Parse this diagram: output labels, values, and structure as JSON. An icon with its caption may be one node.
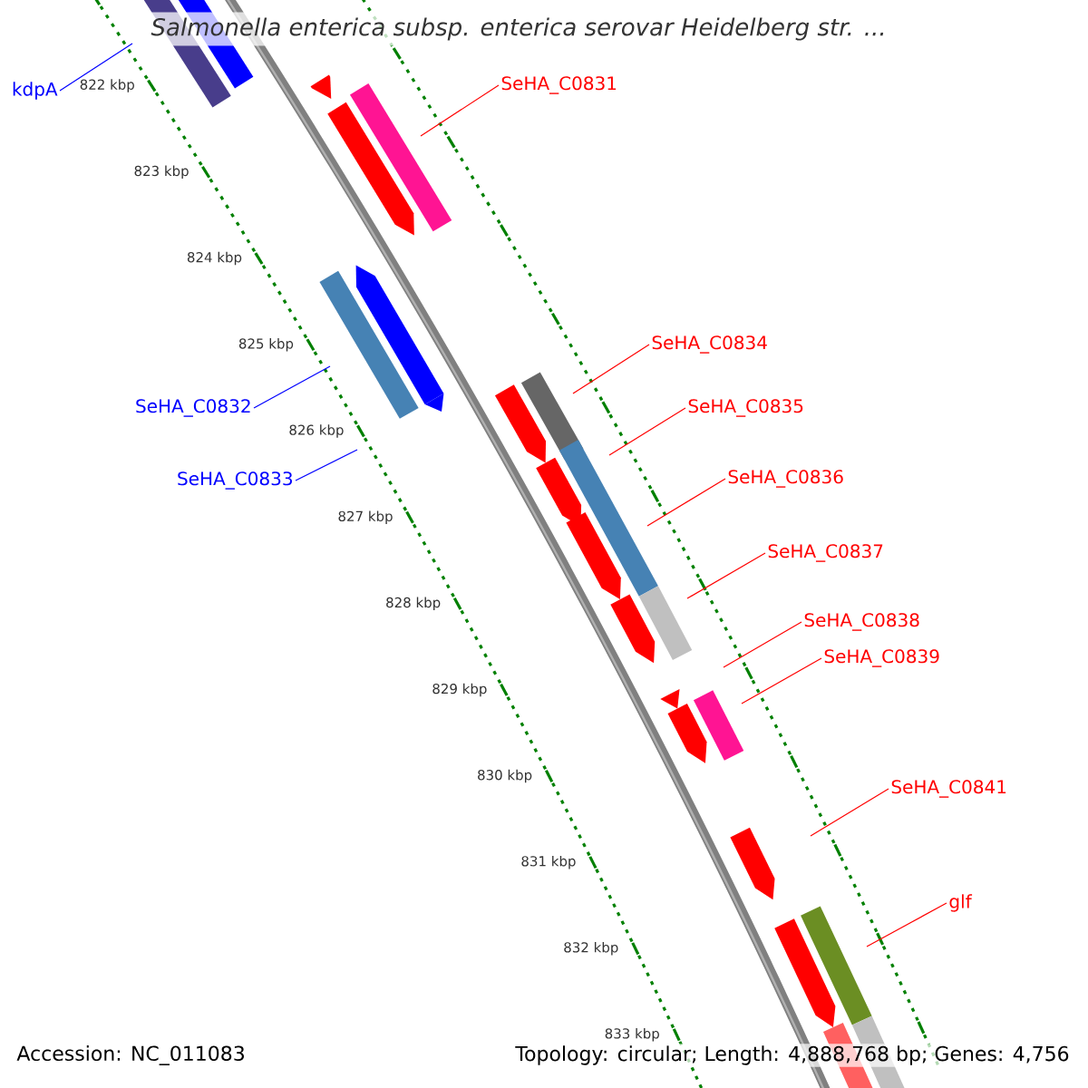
{
  "diagram": {
    "title": "Salmonella enterica subsp. enterica serovar Heidelberg str. ...",
    "nodes": [
      {
        "text": [
          "kdpA"
        ]
      },
      {
        "text": [
          "SeHA_C0831"
        ]
      },
      {
        "text": [
          "SeHA_C0832"
        ]
      },
      {
        "text": [
          "SeHA_C0833"
        ]
      },
      {
        "text": [
          "SeHA_C0834"
        ]
      },
      {
        "text": [
          "SeHA_C0835"
        ]
      },
      {
        "text": [
          "SeHA_C0836"
        ]
      },
      {
        "text": [
          "SeHA_C0837"
        ]
      },
      {
        "text": [
          "SeHA_C0838"
        ]
      },
      {
        "text": [
          "SeHA_C0839"
        ]
      },
      {
        "text": [
          "SeHA_C0841"
        ]
      },
      {
        "text": [
          "glf"
        ]
      }
    ],
    "edges": [
      {
        "from": 0,
        "to": null,
        "arrow": "none",
        "color": "#0000ff"
      },
      {
        "from": 1,
        "to": null,
        "arrow": "none"
      },
      {
        "from": 2,
        "to": null,
        "arrow": "none",
        "color": "#0000ff"
      },
      {
        "from": 3,
        "to": null,
        "arrow": "none",
        "color": "#0000ff"
      },
      {
        "from": 4,
        "to": null,
        "arrow": "none"
      },
      {
        "from": 5,
        "to": null,
        "arrow": "none"
      },
      {
        "from": 6,
        "to": null,
        "arrow": "none"
      },
      {
        "from": 7,
        "to": null,
        "arrow": "none"
      },
      {
        "from": 8,
        "to": null,
        "arrow": "none"
      },
      {
        "from": 9,
        "to": null,
        "arrow": "none"
      },
      {
        "from": 10,
        "to": null,
        "arrow": "none"
      },
      {
        "from": 11,
        "to": null,
        "arrow": "none"
      }
    ],
    "labels": [
      "822 kbp",
      "823 kbp",
      "824 kbp",
      "825 kbp",
      "826 kbp",
      "827 kbp",
      "828 kbp",
      "829 kbp",
      "830 kbp",
      "831 kbp",
      "832 kbp",
      "833 kbp",
      "Accession: NC_011083",
      "Topology: circular; Length: 4,888,768 bp; Genes: 4,756"
    ]
  }
}
